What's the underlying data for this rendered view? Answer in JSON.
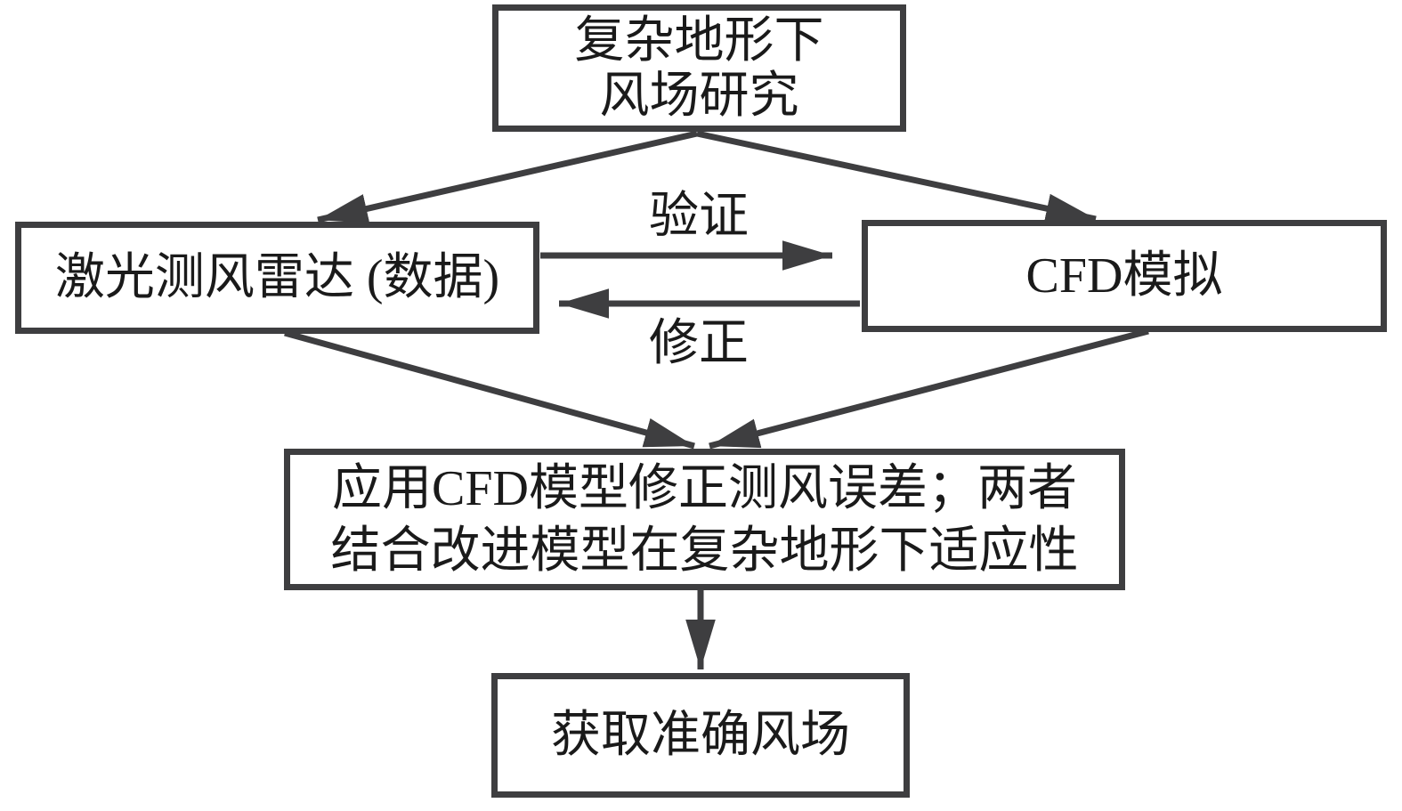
{
  "diagram": {
    "type": "flowchart",
    "background_color": "#ffffff",
    "line_color": "#3e3e40",
    "text_color": "#1a1a1a",
    "nodes": {
      "research": {
        "line1": "复杂地形下",
        "line2": "风场研究"
      },
      "lidar": {
        "label": "激光测风雷达 (数据)"
      },
      "cfd": {
        "label": "CFD模拟"
      },
      "correction": {
        "line1": "应用CFD模型修正测风误差；两者",
        "line2": "结合改进模型在复杂地形下适应性"
      },
      "result": {
        "label": "获取准确风场"
      }
    },
    "edges": {
      "validate_label": "验证",
      "correct_label": "修正"
    }
  }
}
